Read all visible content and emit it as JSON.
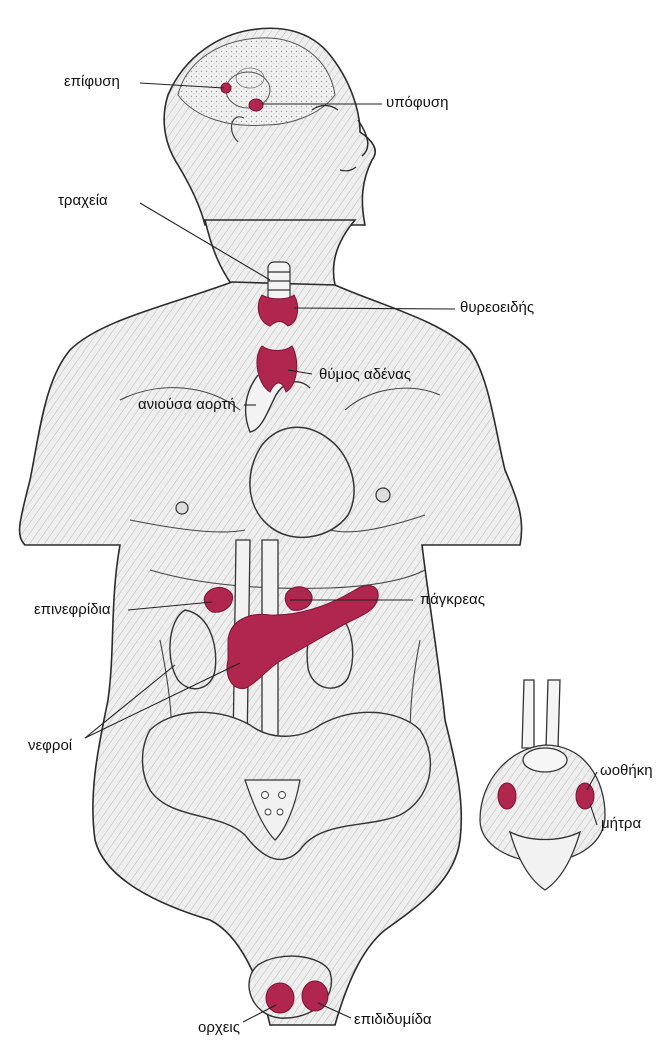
{
  "figure": {
    "labels": {
      "pineal": "επίφυση",
      "pituitary": "υπόφυση",
      "trachea": "τραχεία",
      "thyroid": "θυρεοειδής",
      "thymus": "θύμος αδένας",
      "aorta": "ανιούσα αορτή",
      "adrenals": "επινεφρίδια",
      "pancreas": "πάγκρεας",
      "kidneys": "νεφροί",
      "ovary": "ωοθήκη",
      "uterus": "μήτρα",
      "testes": "ορχεις",
      "epididymis": "επιδιδυμίδα"
    },
    "colors": {
      "gland": "#b0264f",
      "gland_dark": "#7d1434",
      "ink": "#2b2b2b",
      "body_fill": "#ededed"
    }
  }
}
